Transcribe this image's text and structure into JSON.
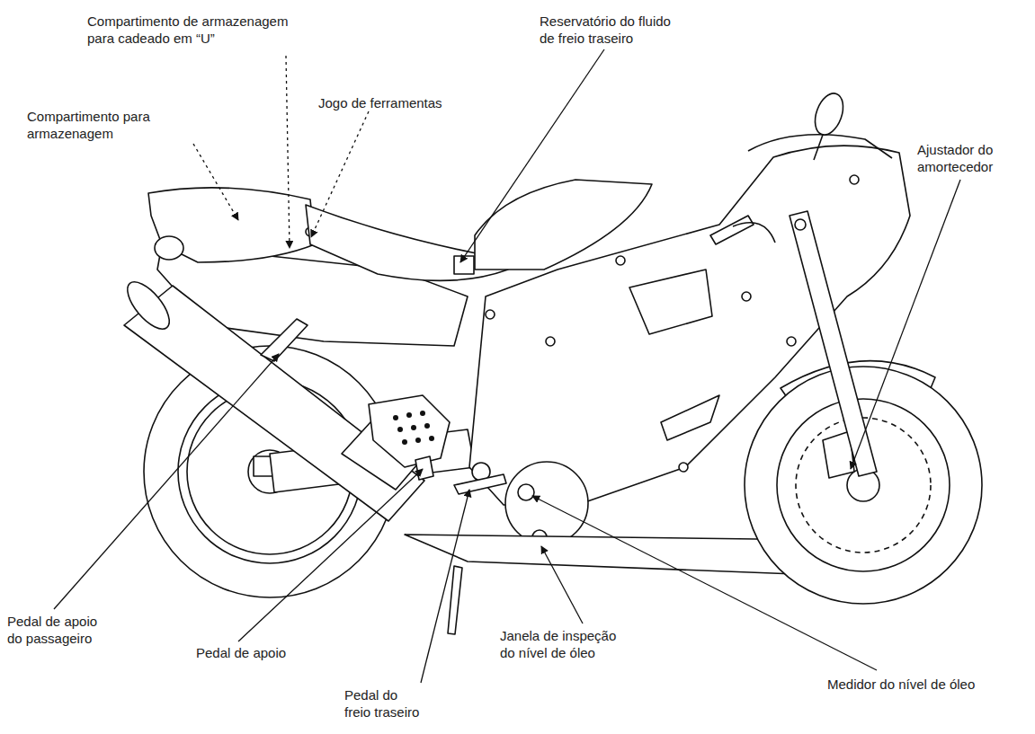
{
  "diagram": {
    "labels": [
      "Compartimento de armazenagem para cadeado em “U”",
      "Compartimento para armazenagem",
      "Jogo de ferramentas",
      "Reservatório do fluido de freio traseiro",
      "Ajustador do amortecedor",
      "Pedal de apoio do passageiro",
      "Pedal de apoio",
      "Pedal do freio traseiro",
      "Janela de inspeção do nível de óleo",
      "Medidor do nível de óleo"
    ]
  }
}
